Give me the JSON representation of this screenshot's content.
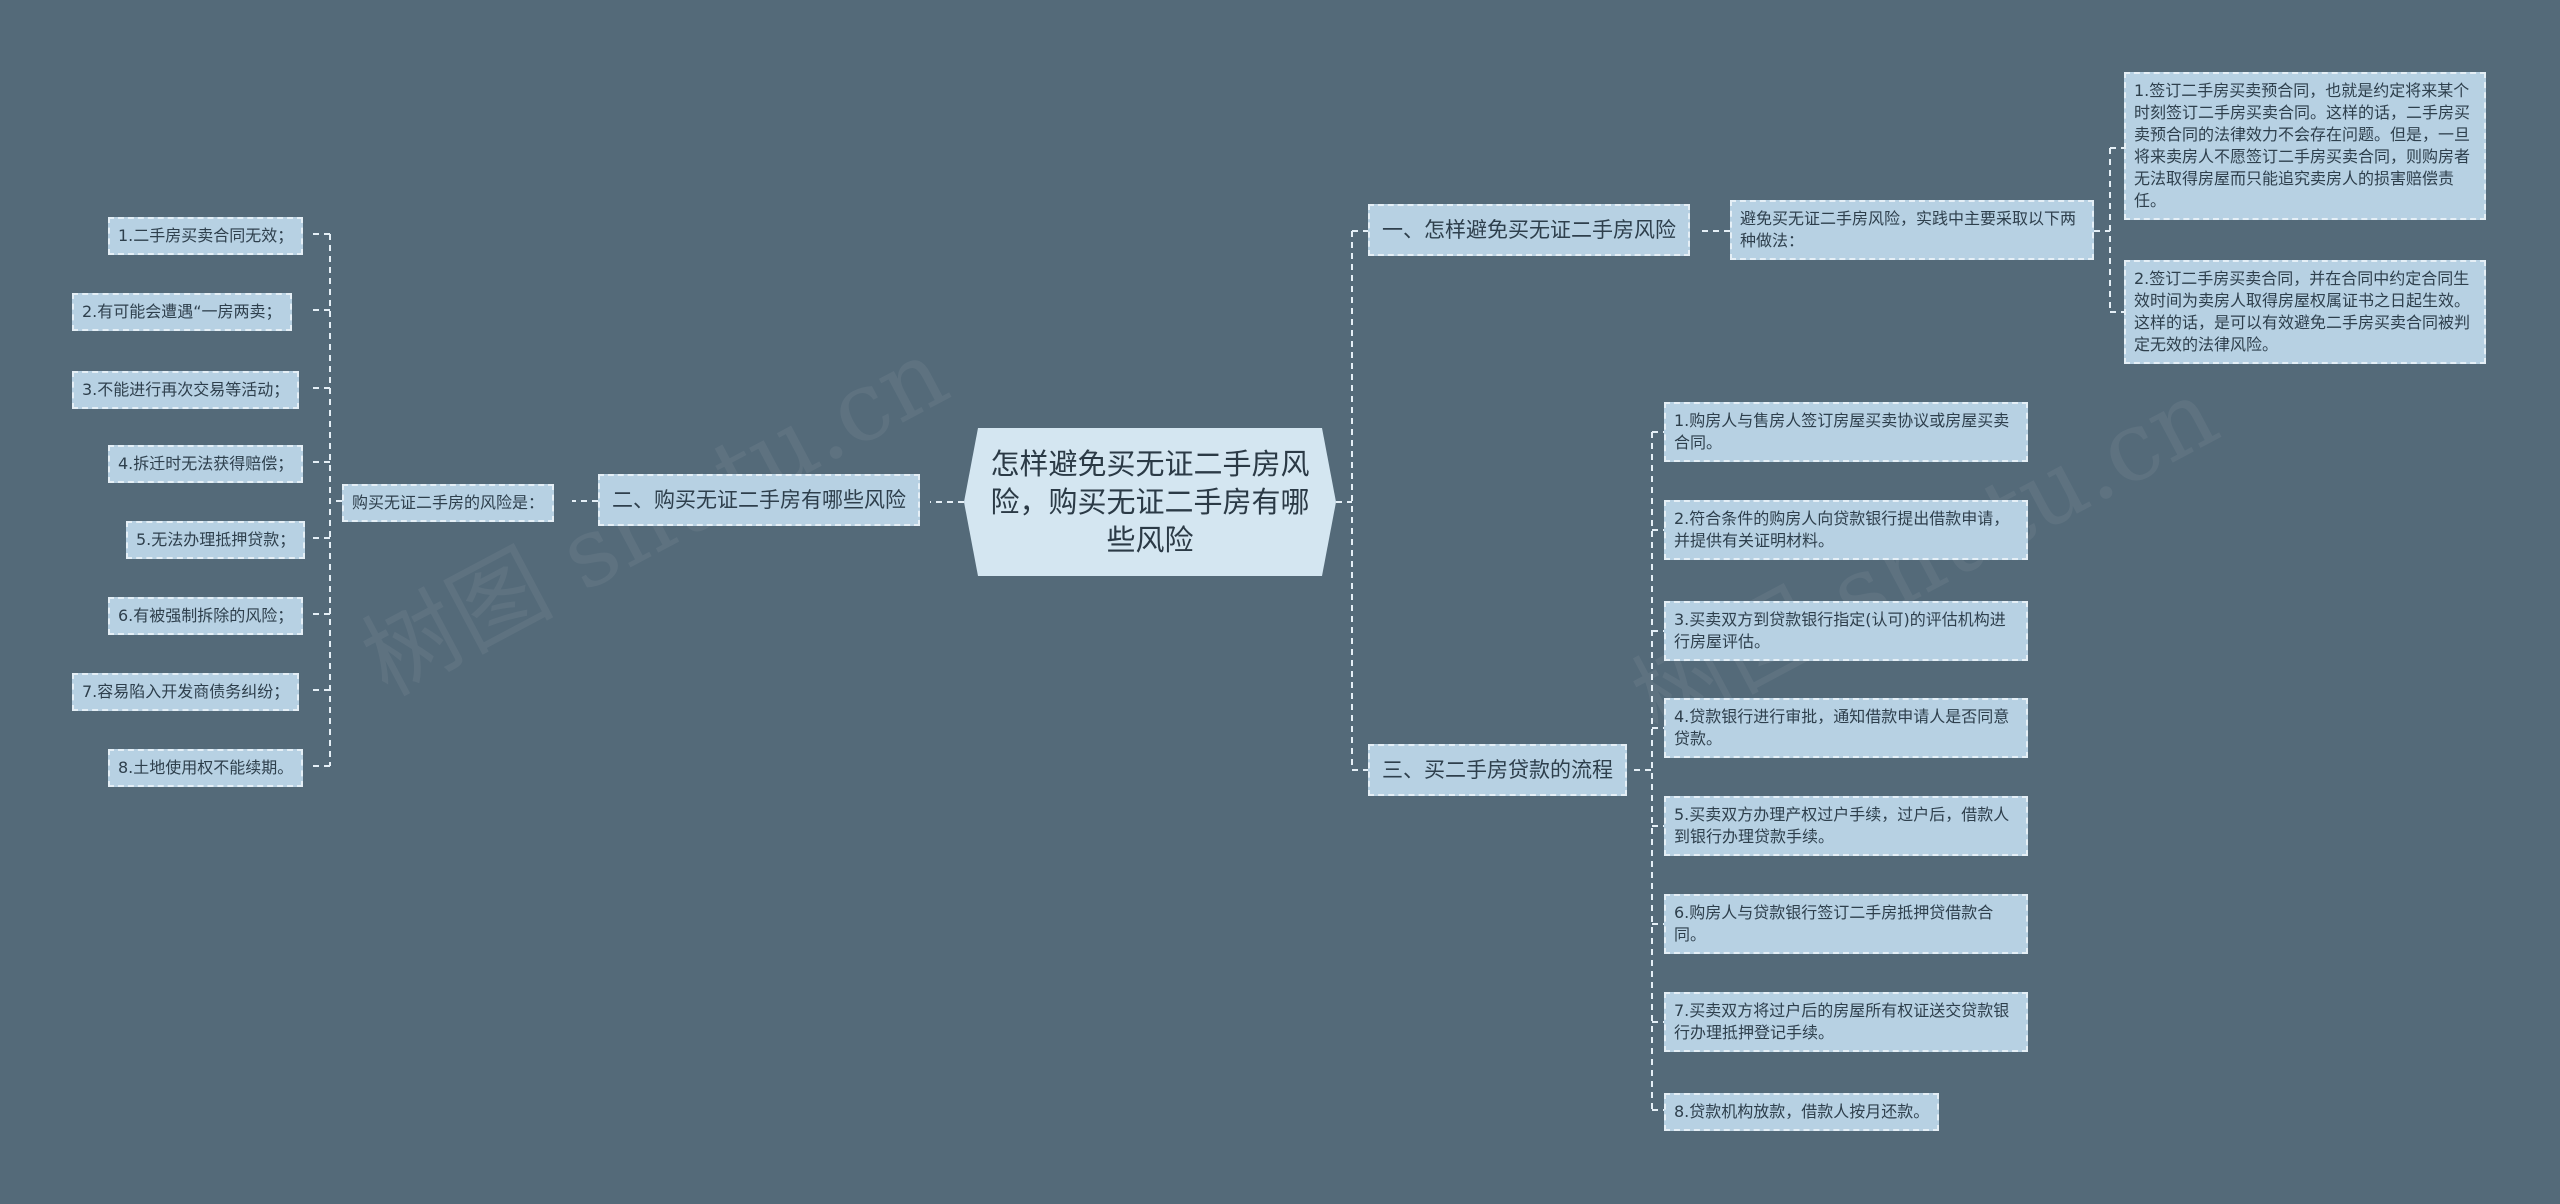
{
  "root": {
    "title": "怎样避免买无证二手房风险，购买无证二手房有哪些风险"
  },
  "branch_left": {
    "label": "二、购买无证二手房有哪些风险",
    "sub": "购买无证二手房的风险是：",
    "items": [
      "1.二手房买卖合同无效；",
      "2.有可能会遭遇“一房两卖；",
      "3.不能进行再次交易等活动；",
      "4.拆迁时无法获得赔偿；",
      "5.无法办理抵押贷款；",
      "6.有被强制拆除的风险；",
      "7.容易陷入开发商债务纠纷；",
      "8.土地使用权不能续期。"
    ]
  },
  "branch_top": {
    "label": "一、怎样避免买无证二手房风险",
    "sub": "避免买无证二手房风险，实践中主要采取以下两种做法：",
    "items": [
      "1.签订二手房买卖预合同，也就是约定将来某个时刻签订二手房买卖合同。这样的话，二手房买卖预合同的法律效力不会存在问题。但是，一旦将来卖房人不愿签订二手房买卖合同，则购房者无法取得房屋而只能追究卖房人的损害赔偿责任。",
      "2.签订二手房买卖合同，并在合同中约定合同生效时间为卖房人取得房屋权属证书之日起生效。这样的话，是可以有效避免二手房买卖合同被判定无效的法律风险。"
    ]
  },
  "branch_bottom": {
    "label": "三、买二手房贷款的流程",
    "items": [
      "1.购房人与售房人签订房屋买卖协议或房屋买卖合同。",
      "2.符合条件的购房人向贷款银行提出借款申请，并提供有关证明材料。",
      "3.买卖双方到贷款银行指定(认可)的评估机构进行房屋评估。",
      "4.贷款银行进行审批，通知借款申请人是否同意贷款。",
      "5.买卖双方办理产权过户手续，过户后，借款人到银行办理贷款手续。",
      "6.购房人与贷款银行签订二手房抵押贷借款合同。",
      "7.买卖双方将过户后的房屋所有权证送交贷款银行办理抵押登记手续。",
      "8.贷款机构放款，借款人按月还款。"
    ]
  },
  "watermark": "树图 shutu.cn",
  "colors": {
    "background": "#546a79",
    "node": "#b7d1e3",
    "root": "#d4e6f1",
    "line": "#e5eff6"
  }
}
